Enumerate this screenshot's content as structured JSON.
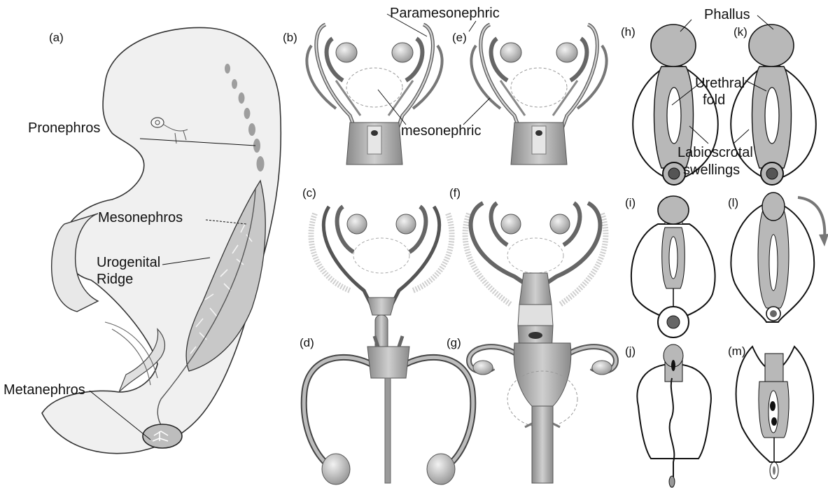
{
  "panel_labels": {
    "a": "(a)",
    "b": "(b)",
    "c": "(c)",
    "d": "(d)",
    "e": "(e)",
    "f": "(f)",
    "g": "(g)",
    "h": "(h)",
    "i": "(i)",
    "j": "(j)",
    "k": "(k)",
    "l": "(l)",
    "m": "(m)"
  },
  "embryo_labels": {
    "pronephros": "Pronephros",
    "mesonephros": "Mesonephros",
    "urogenital_ridge_line1": "Urogenital",
    "urogenital_ridge_line2": "Ridge",
    "metanephros": "Metanephros"
  },
  "duct_labels": {
    "paramesonephric": "Paramesonephric",
    "mesonephric": "mesonephric"
  },
  "external_labels": {
    "phallus": "Phallus",
    "urethral_fold_line1": "Urethral",
    "urethral_fold_line2": "fold",
    "labioscrotal_line1": "Labioscrotal",
    "labioscrotal_line2": "swellings"
  },
  "colors": {
    "embryo_fill": "#f0f0f0",
    "tissue_gray": "#b5b5b5",
    "dark_gray": "#6e6e6e",
    "light_gray": "#d9d9d9",
    "outline": "#222222"
  }
}
